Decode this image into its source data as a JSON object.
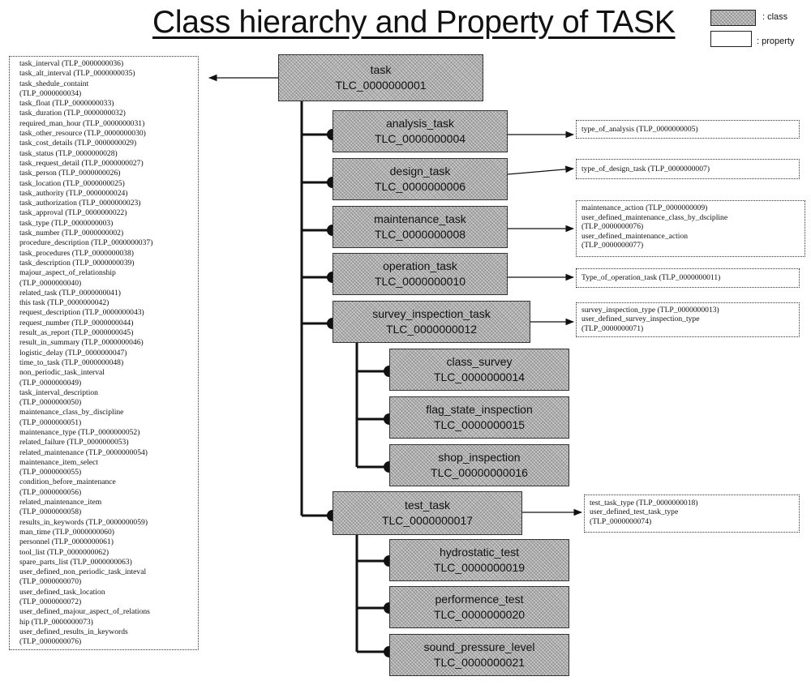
{
  "title": "Class hierarchy and Property of  TASK",
  "legend": {
    "class_label": ": class",
    "property_label": ": property"
  },
  "classes": {
    "task": {
      "name": "task",
      "id": "TLC_0000000001"
    },
    "analysis_task": {
      "name": "analysis_task",
      "id": "TLC_0000000004"
    },
    "design_task": {
      "name": "design_task",
      "id": "TLC_0000000006"
    },
    "maintenance_task": {
      "name": "maintenance_task",
      "id": "TLC_0000000008"
    },
    "operation_task": {
      "name": "operation_task",
      "id": "TLC_0000000010"
    },
    "survey_inspection_task": {
      "name": "survey_inspection_task",
      "id": "TLC_0000000012"
    },
    "class_survey": {
      "name": "class_survey",
      "id": "TLC_0000000014"
    },
    "flag_state_inspection": {
      "name": "flag_state_inspection",
      "id": "TLC_0000000015"
    },
    "shop_inspection": {
      "name": "shop_inspection",
      "id": "TLC_00000000016"
    },
    "test_task": {
      "name": "test_task",
      "id": "TLC_0000000017"
    },
    "hydrostatic_test": {
      "name": "hydrostatic_test",
      "id": "TLC_0000000019"
    },
    "performence_test": {
      "name": "performence_test",
      "id": "TLC_0000000020"
    },
    "sound_pressure_level": {
      "name": "sound_pressure_level",
      "id": "TLC_0000000021"
    }
  },
  "properties": {
    "analysis": [
      "type_of_analysis (TLP_0000000005)"
    ],
    "design": [
      "type_of_design_task (TLP_0000000007)"
    ],
    "maintenance": [
      "maintenance_action (TLP_0000000009)",
      "user_defined_maintenance_class_by_dscipline",
      "(TLP_0000000076)",
      "user_defined_maintenance_action",
      "(TLP_0000000077)"
    ],
    "operation": [
      "Type_of_operation_task (TLP_0000000011)"
    ],
    "survey": [
      "survey_inspection_type (TLP_0000000013)",
      "user_defined_survey_inspection_type",
      "(TLP_0000000071)"
    ],
    "test": [
      "test_task_type (TLP_0000000018)",
      "user_defined_test_task_type",
      "(TLP_0000000074)"
    ],
    "task": [
      "task_interval (TLP_0000000036)",
      "task_alt_interval (TLP_0000000035)",
      "task_shedule_containt",
      "(TLP_0000000034)",
      "task_float (TLP_0000000033)",
      "task_duration (TLP_0000000032)",
      "required_man_hour (TLP_0000000031)",
      "task_other_resource (TLP_0000000030)",
      "task_cost_details (TLP_0000000029)",
      "task_status (TLP_0000000028)",
      "task_request_detail (TLP_0000000027)",
      "task_person (TLP_0000000026)",
      "task_location (TLP_0000000025)",
      "task_authority (TLP_0000000024)",
      "task_authorization (TLP_0000000023)",
      "task_approval (TLP_0000000022)",
      "task_type (TLP_0000000003)",
      "task_number (TLP_0000000002)",
      "procedure_description (TLP_0000000037)",
      "task_procedures (TLP_0000000038)",
      "task_description (TLP_0000000039)",
      "majour_aspect_of_relationship",
      "(TLP_0000000040)",
      "related_task (TLP_0000000041)",
      "this task (TLP_0000000042)",
      "request_description (TLP_0000000043)",
      "request_number (TLP_0000000044)",
      "result_as_report (TLP_0000000045)",
      "result_in_summary (TLP_0000000046)",
      "logistic_delay (TLP_0000000047)",
      "time_to_task (TLP_0000000048)",
      "non_periodic_task_interval",
      "(TLP_0000000049)",
      "task_interval_description",
      "(TLP_0000000050)",
      "maintenance_class_by_discipline",
      "(TLP_0000000051)",
      "maintenance_type (TLP_0000000052)",
      "related_failure (TLP_0000000053)",
      "related_maintenance (TLP_0000000054)",
      "maintenance_item_select",
      "(TLP_0000000055)",
      "condition_before_maintenance",
      "(TLP_0000000056)",
      "related_maintenance_item",
      "(TLP_0000000058)",
      "results_in_keywords (TLP_0000000059)",
      "man_time (TLP_0000000060)",
      "personnel (TLP_0000000061)",
      "tool_list (TLP_0000000062)",
      "spare_parts_list (TLP_0000000063)",
      "user_defined_non_periodic_task_inteval",
      "(TLP_0000000070)",
      "user_defined_task_location",
      "(TLP_0000000072)",
      "user_defined_majour_aspect_of_relations",
      "hip (TLP_0000000073)",
      "user_defined_results_in_keywords",
      "(TLP_0000000076)"
    ]
  }
}
